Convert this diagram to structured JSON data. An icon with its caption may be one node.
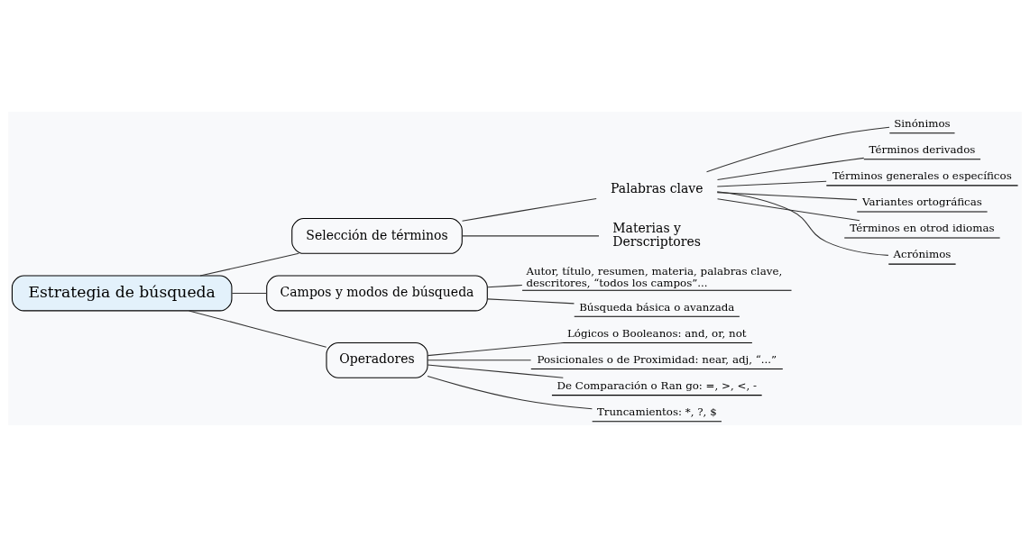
{
  "diagram": {
    "nodes": [
      {
        "text": [
          "Estrategia de búsqueda"
        ]
      },
      {
        "text": [
          "Selección de términos"
        ]
      },
      {
        "text": [
          "Palabras clave"
        ]
      },
      {
        "text": [
          "Materias y Derscriptores"
        ]
      },
      {
        "text": [
          "Sinónimos"
        ]
      },
      {
        "text": [
          "Términos derivados"
        ]
      },
      {
        "text": [
          "Términos generales o específicos"
        ]
      },
      {
        "text": [
          "Variantes ortográficas"
        ]
      },
      {
        "text": [
          "Términos en otrod idiomas"
        ]
      },
      {
        "text": [
          "Acrónimos"
        ]
      },
      {
        "text": [
          "Campos y modos de búsqueda"
        ]
      },
      {
        "text": [
          "Autor, título, resumen, materia, palabras clave, descritores, “todos los campos”..."
        ]
      },
      {
        "text": [
          "Búsqueda básica o avanzada"
        ]
      },
      {
        "text": [
          "Operadores"
        ]
      },
      {
        "text": [
          "Lógicos o Booleanos: and, or, not"
        ]
      },
      {
        "text": [
          "Posicionales o de Proximidad: near, adj, “...”"
        ]
      },
      {
        "text": [
          "De Comparación o Ran go: =, >, <, -"
        ]
      },
      {
        "text": [
          "Truncamientos: *, ?, $"
        ]
      }
    ],
    "edges": [
      {
        "from": 0,
        "to": 1,
        "arrow": "none"
      },
      {
        "from": 1,
        "to": 2,
        "arrow": "none"
      },
      {
        "from": 1,
        "to": 3,
        "arrow": "none"
      },
      {
        "from": 2,
        "to": 4,
        "arrow": "none"
      },
      {
        "from": 2,
        "to": 5,
        "arrow": "none"
      },
      {
        "from": 2,
        "to": 6,
        "arrow": "none"
      },
      {
        "from": 2,
        "to": 7,
        "arrow": "none"
      },
      {
        "from": 2,
        "to": 8,
        "arrow": "none"
      },
      {
        "from": 2,
        "to": 9,
        "arrow": "none"
      },
      {
        "from": 0,
        "to": 10,
        "arrow": "none"
      },
      {
        "from": 10,
        "to": 11,
        "arrow": "none"
      },
      {
        "from": 10,
        "to": 12,
        "arrow": "none"
      },
      {
        "from": 0,
        "to": 13,
        "arrow": "none"
      },
      {
        "from": 13,
        "to": 14,
        "arrow": "none"
      },
      {
        "from": 13,
        "to": 15,
        "arrow": "none"
      },
      {
        "from": 13,
        "to": 16,
        "arrow": "none"
      },
      {
        "from": 13,
        "to": 17,
        "arrow": "none"
      }
    ]
  }
}
